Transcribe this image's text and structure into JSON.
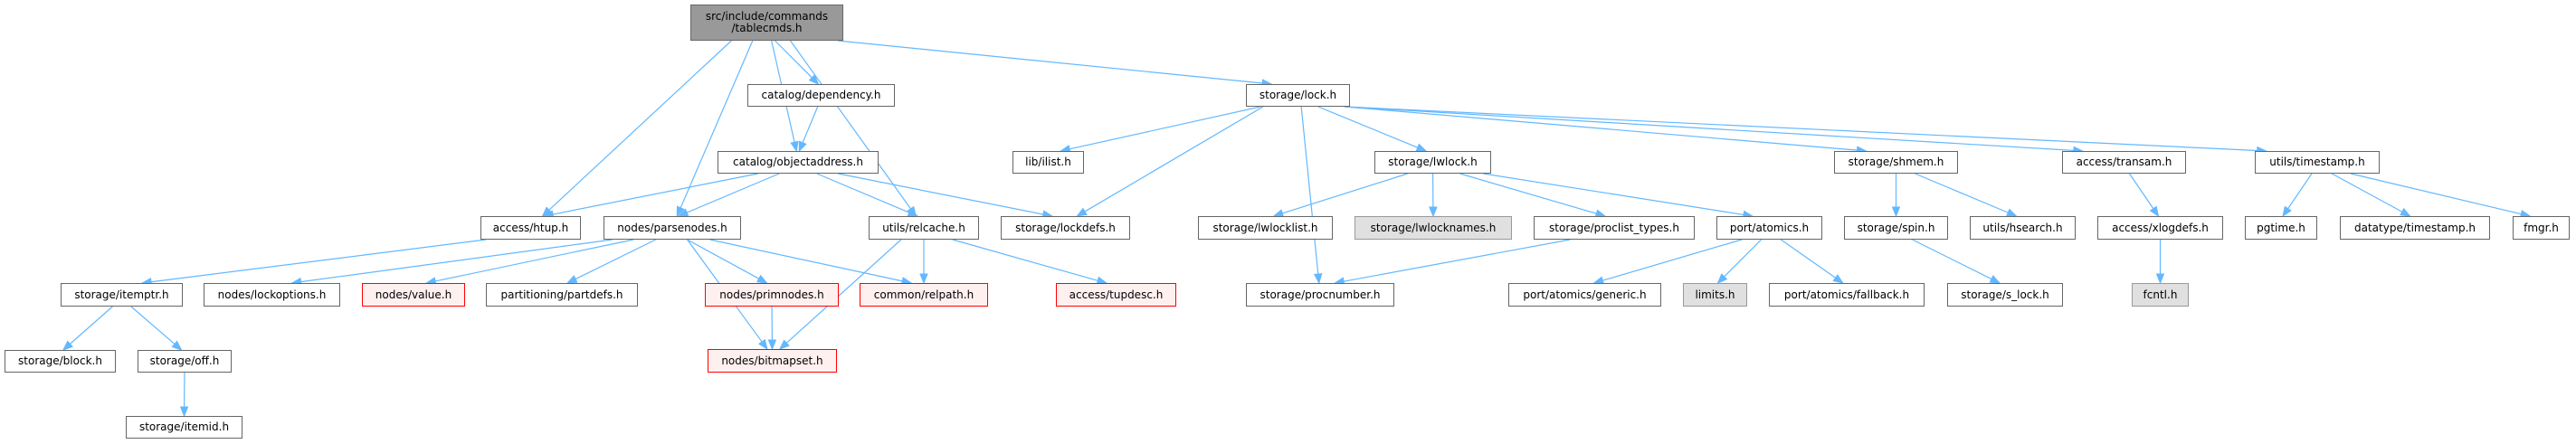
{
  "graph": {
    "title": "src/include/commands/tablecmds.h include dependency graph",
    "colors": {
      "edge": "#63b8ff",
      "root_fill": "#999999",
      "missing_border": "#ff0000",
      "missing_fill": "#fff0f0",
      "system_fill": "#e0e0e0"
    },
    "nodes": [
      {
        "id": "root",
        "label": "src/include/commands\n/tablecmds.h",
        "kind": "root"
      },
      {
        "id": "catalog_dependency",
        "label": "catalog/dependency.h",
        "kind": "normal"
      },
      {
        "id": "storage_lock",
        "label": "storage/lock.h",
        "kind": "normal"
      },
      {
        "id": "catalog_objectaddress",
        "label": "catalog/objectaddress.h",
        "kind": "normal"
      },
      {
        "id": "lib_ilist",
        "label": "lib/ilist.h",
        "kind": "normal"
      },
      {
        "id": "storage_lwlock",
        "label": "storage/lwlock.h",
        "kind": "normal"
      },
      {
        "id": "storage_shmem",
        "label": "storage/shmem.h",
        "kind": "normal"
      },
      {
        "id": "access_transam",
        "label": "access/transam.h",
        "kind": "normal"
      },
      {
        "id": "utils_timestamp",
        "label": "utils/timestamp.h",
        "kind": "normal"
      },
      {
        "id": "access_htup",
        "label": "access/htup.h",
        "kind": "normal"
      },
      {
        "id": "nodes_parsenodes",
        "label": "nodes/parsenodes.h",
        "kind": "normal"
      },
      {
        "id": "utils_relcache",
        "label": "utils/relcache.h",
        "kind": "normal"
      },
      {
        "id": "storage_lockdefs",
        "label": "storage/lockdefs.h",
        "kind": "normal"
      },
      {
        "id": "storage_lwlocklist",
        "label": "storage/lwlocklist.h",
        "kind": "normal"
      },
      {
        "id": "storage_lwlocknames",
        "label": "storage/lwlocknames.h",
        "kind": "system"
      },
      {
        "id": "storage_proclist_types",
        "label": "storage/proclist_types.h",
        "kind": "normal"
      },
      {
        "id": "port_atomics",
        "label": "port/atomics.h",
        "kind": "normal"
      },
      {
        "id": "storage_spin",
        "label": "storage/spin.h",
        "kind": "normal"
      },
      {
        "id": "utils_hsearch",
        "label": "utils/hsearch.h",
        "kind": "normal"
      },
      {
        "id": "access_xlogdefs",
        "label": "access/xlogdefs.h",
        "kind": "normal"
      },
      {
        "id": "pgtime",
        "label": "pgtime.h",
        "kind": "normal"
      },
      {
        "id": "datatype_timestamp",
        "label": "datatype/timestamp.h",
        "kind": "normal"
      },
      {
        "id": "fmgr",
        "label": "fmgr.h",
        "kind": "normal"
      },
      {
        "id": "storage_itemptr",
        "label": "storage/itemptr.h",
        "kind": "normal"
      },
      {
        "id": "nodes_lockoptions",
        "label": "nodes/lockoptions.h",
        "kind": "normal"
      },
      {
        "id": "nodes_value",
        "label": "nodes/value.h",
        "kind": "missing"
      },
      {
        "id": "partitioning_partdefs",
        "label": "partitioning/partdefs.h",
        "kind": "normal"
      },
      {
        "id": "nodes_primnodes",
        "label": "nodes/primnodes.h",
        "kind": "missing"
      },
      {
        "id": "common_relpath",
        "label": "common/relpath.h",
        "kind": "missing"
      },
      {
        "id": "access_tupdesc",
        "label": "access/tupdesc.h",
        "kind": "missing"
      },
      {
        "id": "storage_procnumber",
        "label": "storage/procnumber.h",
        "kind": "normal"
      },
      {
        "id": "port_atomics_generic",
        "label": "port/atomics/generic.h",
        "kind": "normal"
      },
      {
        "id": "limits",
        "label": "limits.h",
        "kind": "system"
      },
      {
        "id": "port_atomics_fallback",
        "label": "port/atomics/fallback.h",
        "kind": "normal"
      },
      {
        "id": "storage_s_lock",
        "label": "storage/s_lock.h",
        "kind": "normal"
      },
      {
        "id": "fcntl",
        "label": "fcntl.h",
        "kind": "system"
      },
      {
        "id": "storage_block",
        "label": "storage/block.h",
        "kind": "normal"
      },
      {
        "id": "storage_off",
        "label": "storage/off.h",
        "kind": "normal"
      },
      {
        "id": "nodes_bitmapset",
        "label": "nodes/bitmapset.h",
        "kind": "missing"
      },
      {
        "id": "storage_itemid",
        "label": "storage/itemid.h",
        "kind": "normal"
      }
    ],
    "edges": [
      [
        "root",
        "catalog_dependency"
      ],
      [
        "root",
        "storage_lock"
      ],
      [
        "root",
        "catalog_objectaddress"
      ],
      [
        "root",
        "access_htup"
      ],
      [
        "root",
        "nodes_parsenodes"
      ],
      [
        "root",
        "utils_relcache"
      ],
      [
        "catalog_dependency",
        "catalog_objectaddress"
      ],
      [
        "catalog_objectaddress",
        "access_htup"
      ],
      [
        "catalog_objectaddress",
        "nodes_parsenodes"
      ],
      [
        "catalog_objectaddress",
        "utils_relcache"
      ],
      [
        "catalog_objectaddress",
        "storage_lockdefs"
      ],
      [
        "storage_lock",
        "lib_ilist"
      ],
      [
        "storage_lock",
        "storage_lockdefs"
      ],
      [
        "storage_lock",
        "storage_lwlock"
      ],
      [
        "storage_lock",
        "storage_shmem"
      ],
      [
        "storage_lock",
        "access_transam"
      ],
      [
        "storage_lock",
        "utils_timestamp"
      ],
      [
        "storage_lock",
        "storage_procnumber"
      ],
      [
        "access_htup",
        "storage_itemptr"
      ],
      [
        "nodes_parsenodes",
        "nodes_lockoptions"
      ],
      [
        "nodes_parsenodes",
        "nodes_value"
      ],
      [
        "nodes_parsenodes",
        "partitioning_partdefs"
      ],
      [
        "nodes_parsenodes",
        "nodes_primnodes"
      ],
      [
        "nodes_parsenodes",
        "common_relpath"
      ],
      [
        "nodes_parsenodes",
        "nodes_bitmapset"
      ],
      [
        "utils_relcache",
        "common_relpath"
      ],
      [
        "utils_relcache",
        "access_tupdesc"
      ],
      [
        "utils_relcache",
        "nodes_bitmapset"
      ],
      [
        "nodes_primnodes",
        "nodes_bitmapset"
      ],
      [
        "storage_lwlock",
        "storage_lwlocklist"
      ],
      [
        "storage_lwlock",
        "storage_lwlocknames"
      ],
      [
        "storage_lwlock",
        "storage_proclist_types"
      ],
      [
        "storage_lwlock",
        "port_atomics"
      ],
      [
        "storage_proclist_types",
        "storage_procnumber"
      ],
      [
        "port_atomics",
        "port_atomics_generic"
      ],
      [
        "port_atomics",
        "limits"
      ],
      [
        "port_atomics",
        "port_atomics_fallback"
      ],
      [
        "storage_shmem",
        "storage_spin"
      ],
      [
        "storage_shmem",
        "utils_hsearch"
      ],
      [
        "storage_spin",
        "storage_s_lock"
      ],
      [
        "access_transam",
        "access_xlogdefs"
      ],
      [
        "access_xlogdefs",
        "fcntl"
      ],
      [
        "utils_timestamp",
        "pgtime"
      ],
      [
        "utils_timestamp",
        "datatype_timestamp"
      ],
      [
        "utils_timestamp",
        "fmgr"
      ],
      [
        "storage_itemptr",
        "storage_block"
      ],
      [
        "storage_itemptr",
        "storage_off"
      ],
      [
        "storage_off",
        "storage_itemid"
      ]
    ]
  }
}
